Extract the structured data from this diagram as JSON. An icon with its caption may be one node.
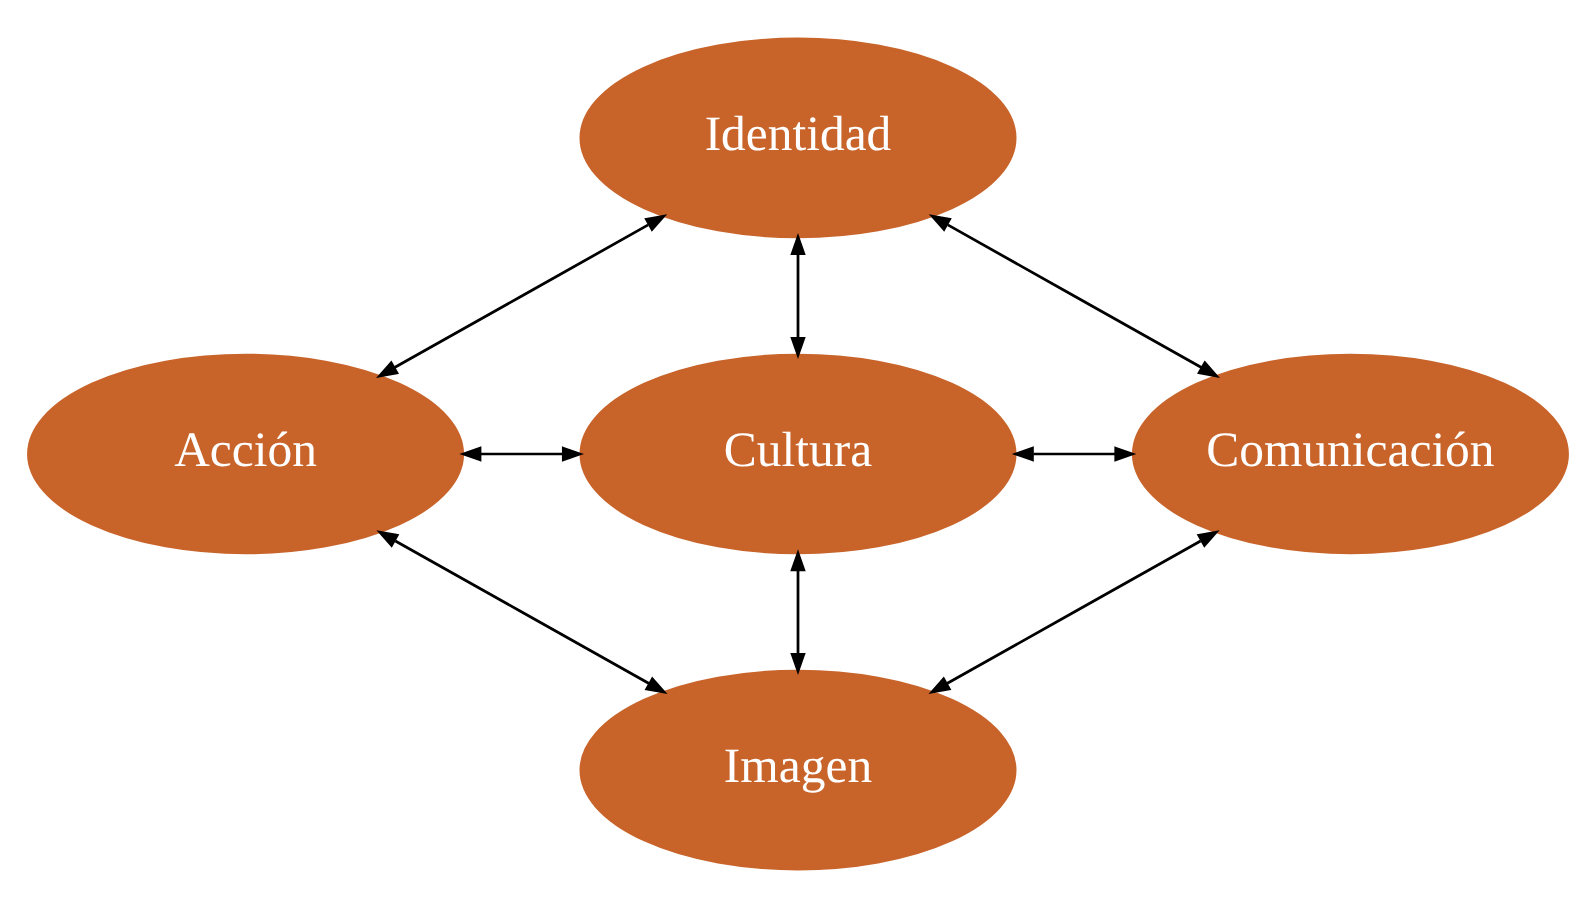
{
  "diagram": {
    "nodes": [
      {
        "text": [
          "Identidad"
        ]
      },
      {
        "text": [
          "Acción"
        ]
      },
      {
        "text": [
          "Cultura"
        ]
      },
      {
        "text": [
          "Comunicación"
        ]
      },
      {
        "text": [
          "Imagen"
        ]
      }
    ],
    "edges": [
      {
        "from": 1,
        "to": 0,
        "arrow": "both"
      },
      {
        "from": 0,
        "to": 3,
        "arrow": "both"
      },
      {
        "from": 0,
        "to": 2,
        "arrow": "both"
      },
      {
        "from": 1,
        "to": 2,
        "arrow": "both"
      },
      {
        "from": 2,
        "to": 3,
        "arrow": "both"
      },
      {
        "from": 2,
        "to": 4,
        "arrow": "both"
      },
      {
        "from": 1,
        "to": 4,
        "arrow": "both"
      },
      {
        "from": 3,
        "to": 4,
        "arrow": "both"
      }
    ]
  }
}
